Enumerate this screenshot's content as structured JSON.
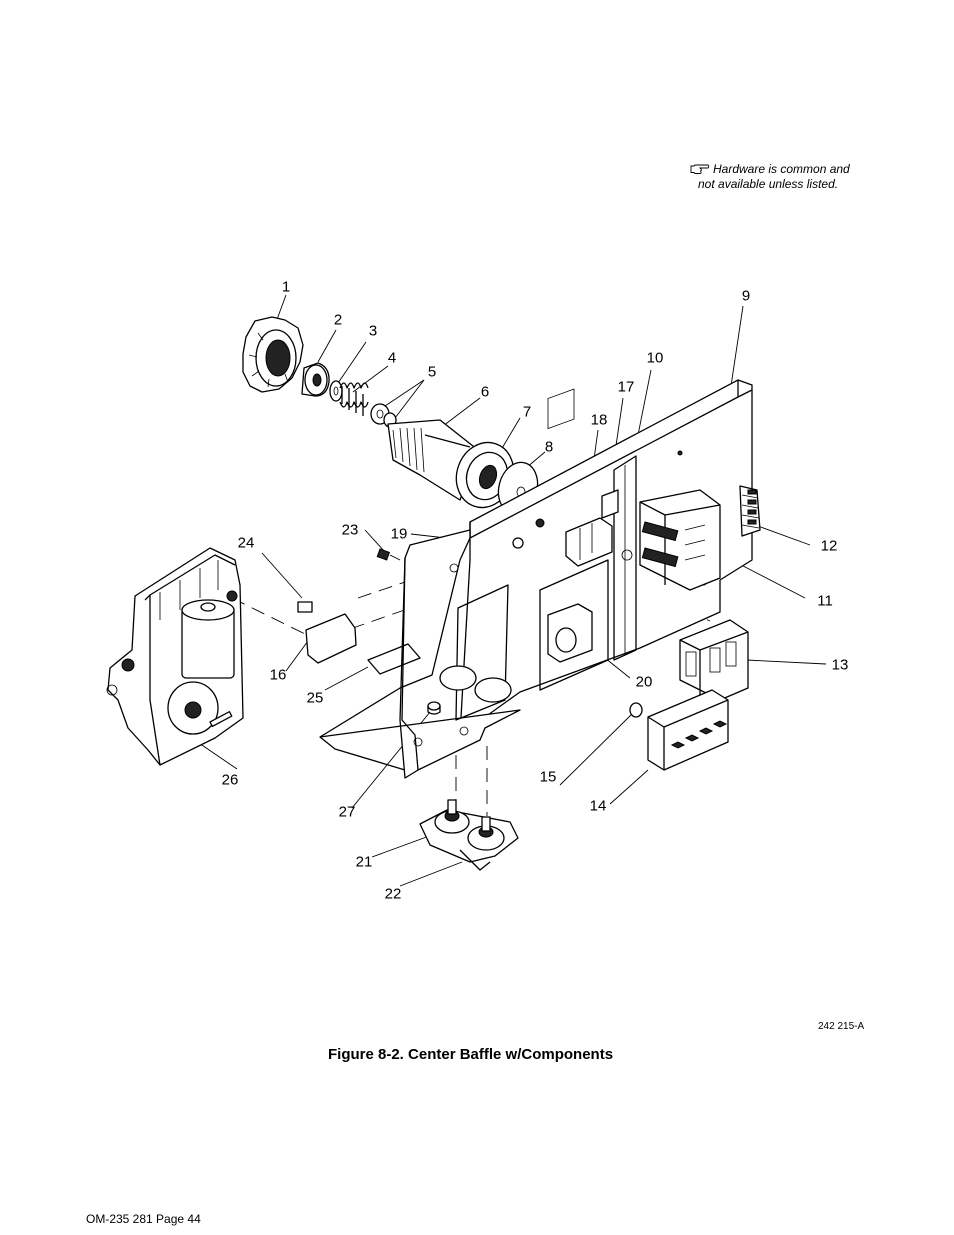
{
  "note": {
    "icon": "pointing-hand-icon",
    "line1": "Hardware is common and",
    "line2": "not available unless listed."
  },
  "callouts": [
    "1",
    "2",
    "3",
    "4",
    "5",
    "6",
    "7",
    "8",
    "9",
    "10",
    "11",
    "12",
    "13",
    "14",
    "15",
    "16",
    "17",
    "18",
    "19",
    "20",
    "21",
    "22",
    "23",
    "24",
    "25",
    "26",
    "27"
  ],
  "drawing_id": "242 215-A",
  "caption": "Figure 8-2. Center Baffle w/Components",
  "footer": "OM-235 281 Page 44"
}
